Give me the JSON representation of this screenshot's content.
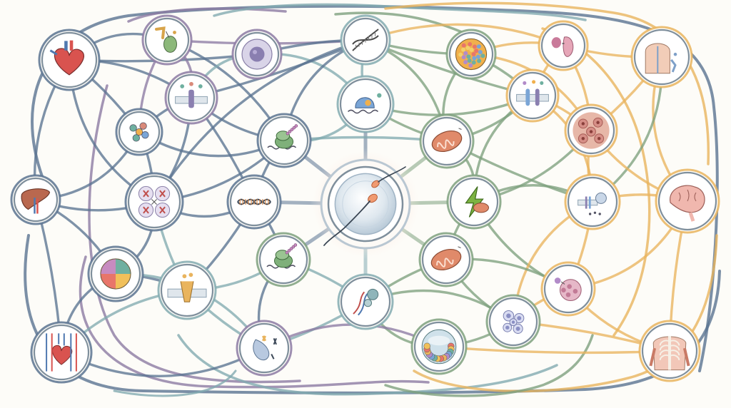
{
  "center": {
    "id": "fertilization",
    "icon": "sperm-egg-fertilization-icon"
  },
  "colors": {
    "background": "#fdfcf8",
    "blue": "#5a7391",
    "purple": "#8c7aa3",
    "teal": "#82aab0",
    "green": "#7ea07e",
    "orange": "#e9b45e",
    "node_ring": "#7f8f9c",
    "node_fill": "#ffffff",
    "center_glow": "#f6c8b6",
    "center_ring": "#b9c7d2"
  },
  "nodes": [
    {
      "id": "heart",
      "icon": "heart-anatomy-icon",
      "color": "blue"
    },
    {
      "id": "cell-signal",
      "icon": "cell-signaling-icon",
      "color": "purple"
    },
    {
      "id": "cell-nucleus",
      "icon": "cell-nucleus-icon",
      "color": "purple"
    },
    {
      "id": "dna-helix-top",
      "icon": "dna-helix-icon",
      "color": "teal"
    },
    {
      "id": "blastula",
      "icon": "blastula-embryo-icon",
      "color": "green"
    },
    {
      "id": "protein-top",
      "icon": "protein-molecule-icon",
      "color": "orange"
    },
    {
      "id": "neuron-spine",
      "icon": "spine-nerve-icon",
      "color": "orange"
    },
    {
      "id": "membrane-receptor-left",
      "icon": "membrane-receptor-icon",
      "color": "purple"
    },
    {
      "id": "ribosome-top",
      "icon": "ribosome-translation-icon",
      "color": "teal"
    },
    {
      "id": "membrane-receptor-right",
      "icon": "membrane-transport-icon",
      "color": "orange"
    },
    {
      "id": "tissue-cells",
      "icon": "tissue-cells-icon",
      "color": "orange"
    },
    {
      "id": "molecules",
      "icon": "molecule-cluster-icon",
      "color": "blue"
    },
    {
      "id": "ribosome-mrna-top",
      "icon": "ribosome-mrna-icon",
      "color": "blue"
    },
    {
      "id": "mitochondrion-top",
      "icon": "mitochondrion-icon",
      "color": "green"
    },
    {
      "id": "liver",
      "icon": "liver-icon",
      "color": "blue"
    },
    {
      "id": "chromosomes",
      "icon": "chromosomes-icon",
      "color": "blue"
    },
    {
      "id": "dna-strand",
      "icon": "dna-strand-icon",
      "color": "blue"
    },
    {
      "id": "energy",
      "icon": "lightning-energy-icon",
      "color": "green"
    },
    {
      "id": "neurotransmitter",
      "icon": "neurotransmitter-release-icon",
      "color": "orange"
    },
    {
      "id": "brain",
      "icon": "brain-icon",
      "color": "orange"
    },
    {
      "id": "ribosome-mrna-bottom",
      "icon": "ribosome-mrna-icon",
      "color": "green"
    },
    {
      "id": "mitochondrion-bottom",
      "icon": "mitochondrion-icon",
      "color": "green"
    },
    {
      "id": "embryo-sphere",
      "icon": "embryo-sphere-icon",
      "color": "blue"
    },
    {
      "id": "receptor-channel",
      "icon": "receptor-channel-icon",
      "color": "teal"
    },
    {
      "id": "dna-protein",
      "icon": "dna-protein-binding-icon",
      "color": "teal"
    },
    {
      "id": "exocytosis",
      "icon": "exocytosis-icon",
      "color": "orange"
    },
    {
      "id": "vesicle-cells",
      "icon": "vesicle-cells-icon",
      "color": "green"
    },
    {
      "id": "circulatory",
      "icon": "circulatory-system-icon",
      "color": "blue"
    },
    {
      "id": "cell-division",
      "icon": "cell-division-icon",
      "color": "purple"
    },
    {
      "id": "embryo-cross-section",
      "icon": "embryo-cross-section-icon",
      "color": "green"
    },
    {
      "id": "muscle-skeleton",
      "icon": "muscle-skeleton-icon",
      "color": "orange"
    }
  ],
  "links": [
    [
      "heart",
      "cell-signal",
      "blue"
    ],
    [
      "heart",
      "cell-nucleus",
      "blue"
    ],
    [
      "heart",
      "liver",
      "blue"
    ],
    [
      "heart",
      "membrane-receptor-left",
      "blue"
    ],
    [
      "heart",
      "molecules",
      "blue"
    ],
    [
      "heart",
      "chromosomes",
      "blue"
    ],
    [
      "cell-signal",
      "membrane-receptor-left",
      "purple"
    ],
    [
      "cell-signal",
      "dna-helix-top",
      "purple"
    ],
    [
      "cell-signal",
      "molecules",
      "purple"
    ],
    [
      "cell-signal",
      "ribosome-mrna-top",
      "blue"
    ],
    [
      "cell-nucleus",
      "dna-helix-top",
      "blue"
    ],
    [
      "cell-nucleus",
      "membrane-receptor-left",
      "teal"
    ],
    [
      "cell-nucleus",
      "ribosome-top",
      "teal"
    ],
    [
      "dna-helix-top",
      "blastula",
      "green"
    ],
    [
      "dna-helix-top",
      "ribosome-top",
      "teal"
    ],
    [
      "dna-helix-top",
      "protein-top",
      "orange"
    ],
    [
      "dna-helix-top",
      "membrane-receptor-left",
      "blue"
    ],
    [
      "dna-helix-top",
      "ribosome-mrna-top",
      "blue"
    ],
    [
      "dna-helix-top",
      "mitochondrion-top",
      "green"
    ],
    [
      "dna-helix-top",
      "membrane-receptor-right",
      "green"
    ],
    [
      "dna-helix-top",
      "chromosomes",
      "blue"
    ],
    [
      "blastula",
      "protein-top",
      "orange"
    ],
    [
      "blastula",
      "membrane-receptor-right",
      "green"
    ],
    [
      "blastula",
      "mitochondrion-top",
      "green"
    ],
    [
      "blastula",
      "tissue-cells",
      "orange"
    ],
    [
      "protein-top",
      "neuron-spine",
      "orange"
    ],
    [
      "protein-top",
      "membrane-receptor-right",
      "orange"
    ],
    [
      "protein-top",
      "tissue-cells",
      "orange"
    ],
    [
      "neuron-spine",
      "tissue-cells",
      "orange"
    ],
    [
      "neuron-spine",
      "brain",
      "orange"
    ],
    [
      "neuron-spine",
      "neurotransmitter",
      "green"
    ],
    [
      "membrane-receptor-left",
      "molecules",
      "blue"
    ],
    [
      "membrane-receptor-left",
      "ribosome-mrna-top",
      "blue"
    ],
    [
      "membrane-receptor-left",
      "chromosomes",
      "blue"
    ],
    [
      "membrane-receptor-left",
      "dna-strand",
      "blue"
    ],
    [
      "ribosome-top",
      "center",
      "blue"
    ],
    [
      "ribosome-top",
      "ribosome-mrna-top",
      "teal"
    ],
    [
      "ribosome-top",
      "mitochondrion-top",
      "green"
    ],
    [
      "ribosome-top",
      "membrane-receptor-right",
      "green"
    ],
    [
      "membrane-receptor-right",
      "mitochondrion-top",
      "green"
    ],
    [
      "membrane-receptor-right",
      "tissue-cells",
      "orange"
    ],
    [
      "membrane-receptor-right",
      "energy",
      "green"
    ],
    [
      "membrane-receptor-right",
      "neurotransmitter",
      "orange"
    ],
    [
      "tissue-cells",
      "neurotransmitter",
      "orange"
    ],
    [
      "tissue-cells",
      "brain",
      "orange"
    ],
    [
      "tissue-cells",
      "energy",
      "green"
    ],
    [
      "molecules",
      "chromosomes",
      "blue"
    ],
    [
      "molecules",
      "ribosome-mrna-top",
      "blue"
    ],
    [
      "molecules",
      "liver",
      "blue"
    ],
    [
      "ribosome-mrna-top",
      "center",
      "blue"
    ],
    [
      "ribosome-mrna-top",
      "dna-strand",
      "blue"
    ],
    [
      "ribosome-mrna-top",
      "chromosomes",
      "blue"
    ],
    [
      "ribosome-mrna-top",
      "mitochondrion-top",
      "teal"
    ],
    [
      "mitochondrion-top",
      "center",
      "green"
    ],
    [
      "mitochondrion-top",
      "energy",
      "green"
    ],
    [
      "mitochondrion-top",
      "neurotransmitter",
      "green"
    ],
    [
      "liver",
      "chromosomes",
      "blue"
    ],
    [
      "liver",
      "embryo-sphere",
      "blue"
    ],
    [
      "liver",
      "circulatory",
      "blue"
    ],
    [
      "chromosomes",
      "dna-strand",
      "blue"
    ],
    [
      "chromosomes",
      "embryo-sphere",
      "blue"
    ],
    [
      "chromosomes",
      "receptor-channel",
      "teal"
    ],
    [
      "dna-strand",
      "center",
      "blue"
    ],
    [
      "dna-strand",
      "ribosome-mrna-bottom",
      "blue"
    ],
    [
      "dna-strand",
      "receptor-channel",
      "blue"
    ],
    [
      "energy",
      "center",
      "green"
    ],
    [
      "energy",
      "neurotransmitter",
      "green"
    ],
    [
      "energy",
      "mitochondrion-bottom",
      "green"
    ],
    [
      "energy",
      "exocytosis",
      "green"
    ],
    [
      "neurotransmitter",
      "brain",
      "orange"
    ],
    [
      "neurotransmitter",
      "exocytosis",
      "orange"
    ],
    [
      "neurotransmitter",
      "vesicle-cells",
      "orange"
    ],
    [
      "brain",
      "exocytosis",
      "orange"
    ],
    [
      "brain",
      "muscle-skeleton",
      "orange"
    ],
    [
      "ribosome-mrna-bottom",
      "center",
      "blue"
    ],
    [
      "ribosome-mrna-bottom",
      "receptor-channel",
      "teal"
    ],
    [
      "ribosome-mrna-bottom",
      "dna-protein",
      "teal"
    ],
    [
      "ribosome-mrna-bottom",
      "cell-division",
      "blue"
    ],
    [
      "mitochondrion-bottom",
      "center",
      "green"
    ],
    [
      "mitochondrion-bottom",
      "dna-protein",
      "green"
    ],
    [
      "mitochondrion-bottom",
      "vesicle-cells",
      "green"
    ],
    [
      "mitochondrion-bottom",
      "exocytosis",
      "green"
    ],
    [
      "embryo-sphere",
      "receptor-channel",
      "blue"
    ],
    [
      "embryo-sphere",
      "circulatory",
      "blue"
    ],
    [
      "embryo-sphere",
      "cell-division",
      "teal"
    ],
    [
      "receptor-channel",
      "cell-division",
      "teal"
    ],
    [
      "receptor-channel",
      "circulatory",
      "teal"
    ],
    [
      "dna-protein",
      "center",
      "teal"
    ],
    [
      "dna-protein",
      "cell-division",
      "teal"
    ],
    [
      "dna-protein",
      "embryo-cross-section",
      "green"
    ],
    [
      "dna-protein",
      "vesicle-cells",
      "green"
    ],
    [
      "exocytosis",
      "vesicle-cells",
      "orange"
    ],
    [
      "exocytosis",
      "muscle-skeleton",
      "orange"
    ],
    [
      "vesicle-cells",
      "embryo-cross-section",
      "green"
    ],
    [
      "vesicle-cells",
      "muscle-skeleton",
      "orange"
    ],
    [
      "circulatory",
      "cell-division",
      "blue"
    ],
    [
      "cell-division",
      "embryo-cross-section",
      "purple"
    ],
    [
      "embryo-cross-section",
      "muscle-skeleton",
      "orange"
    ]
  ]
}
